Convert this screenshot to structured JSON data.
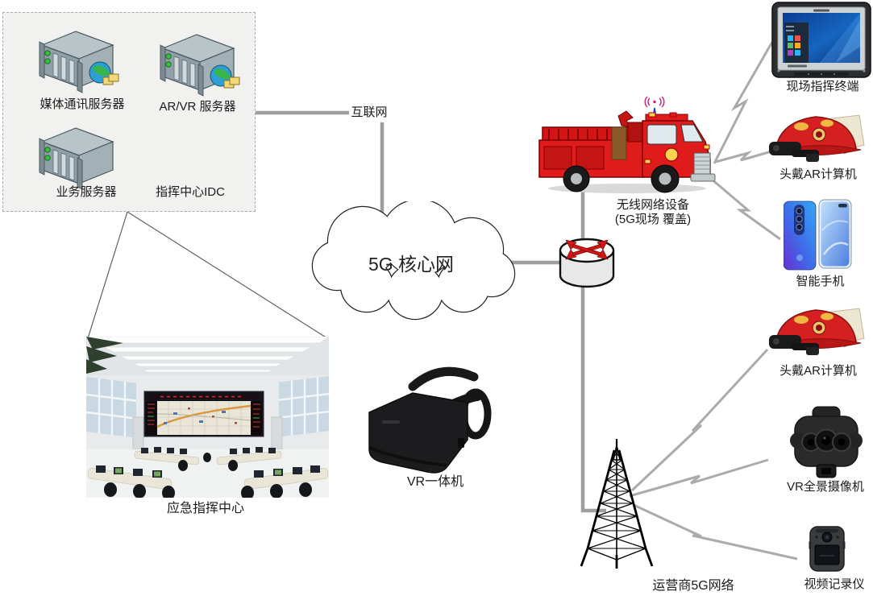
{
  "diagram": {
    "idc": {
      "label": "指挥中心IDC",
      "servers": [
        {
          "label": "媒体通讯服务器"
        },
        {
          "label": "AR/VR 服务器"
        },
        {
          "label": "业务服务器"
        }
      ]
    },
    "internet_label": "互联网",
    "core_network_label": "5G 核心网",
    "carrier_network_label": "运营商5G网络",
    "truck_label_line1": "无线网络设备",
    "truck_label_line2": "(5G现场 覆盖)",
    "command_center_label": "应急指挥中心",
    "vr_headset_label": "VR一体机",
    "devices": {
      "tablet": "现场指挥终端",
      "helmet_top": "头戴AR计算机",
      "phone": "智能手机",
      "helmet_bottom": "头戴AR计算机",
      "vr_camera": "VR全景摄像机",
      "recorder": "视频记录仪"
    },
    "colors": {
      "connector_gray": "#9e9e9e",
      "bolt_gray": "#ababab",
      "truck_red": "#e01b1b",
      "helmet_red": "#d42020",
      "router_arrow_red": "#d21414",
      "phone_blue": "#35a7f5",
      "tablet_screen_blue": "#1565c0"
    }
  }
}
